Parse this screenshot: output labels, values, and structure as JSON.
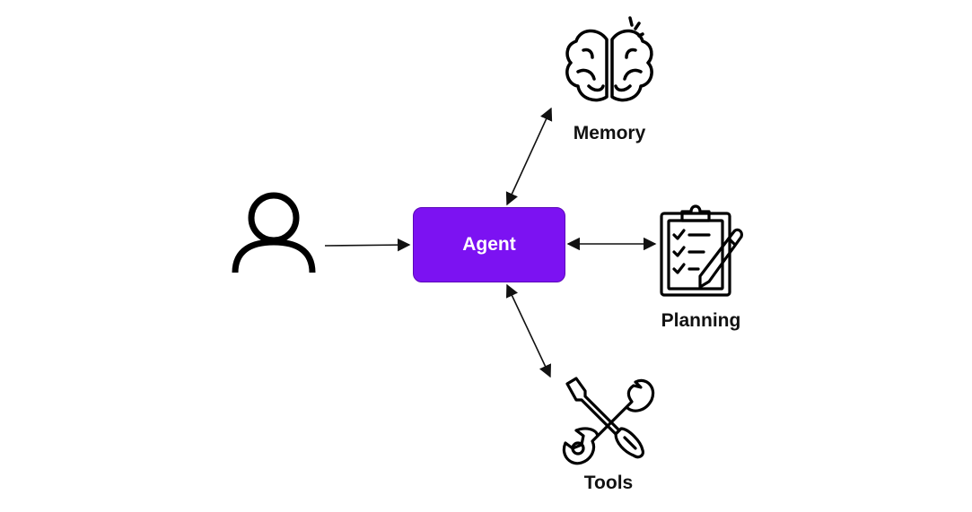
{
  "nodes": {
    "agent": {
      "label": "Agent",
      "color": "#7c12f2"
    },
    "memory": {
      "label": "Memory",
      "icon": "brain-icon"
    },
    "planning": {
      "label": "Planning",
      "icon": "clipboard-checklist-icon"
    },
    "tools": {
      "label": "Tools",
      "icon": "wrench-screwdriver-icon"
    },
    "user": {
      "icon": "user-icon"
    }
  },
  "edges": [
    {
      "from": "user",
      "to": "agent",
      "direction": "one-way"
    },
    {
      "from": "agent",
      "to": "memory",
      "direction": "two-way"
    },
    {
      "from": "agent",
      "to": "planning",
      "direction": "two-way"
    },
    {
      "from": "agent",
      "to": "tools",
      "direction": "two-way"
    }
  ]
}
